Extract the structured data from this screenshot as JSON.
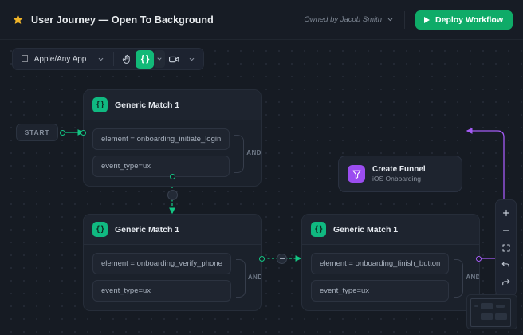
{
  "header": {
    "star_icon": "star-icon",
    "title": "User Journey — Open To Background",
    "owner_text": "Owned by Jacob Smith",
    "owner_chevron_icon": "chevron-down-icon",
    "deploy_label": "Deploy Workflow",
    "deploy_icon": "play-icon",
    "accent_green": "#0fab68"
  },
  "toolbar": {
    "app_icon": "apple-icon",
    "app_label": "Apple/Any App",
    "app_chevron_icon": "chevron-down-icon",
    "hand_tool_icon": "hand-icon",
    "code_tool_icon": "code-braces-icon",
    "code_tool_label": "{ }",
    "code_chevron_icon": "chevron-down-icon",
    "video_tool_icon": "video-camera-icon",
    "video_chevron_icon": "chevron-down-icon"
  },
  "canvas": {
    "start_label": "START",
    "nodes": [
      {
        "id": "match-1",
        "icon": "code-braces-icon",
        "title": "Generic Match 1",
        "operator": "AND",
        "conditions": [
          "element = onboarding_initiate_login",
          "event_type=ux"
        ]
      },
      {
        "id": "match-2",
        "icon": "code-braces-icon",
        "title": "Generic Match 1",
        "operator": "AND",
        "conditions": [
          "element = onboarding_verify_phone",
          "event_type=ux"
        ]
      },
      {
        "id": "match-3",
        "icon": "code-braces-icon",
        "title": "Generic Match 1",
        "operator": "AND",
        "conditions": [
          "element = onboarding_finish_button",
          "event_type=ux"
        ]
      }
    ],
    "funnel": {
      "icon": "funnel-icon",
      "title": "Create Funnel",
      "subtitle": "iOS Onboarding",
      "color": "#9b4df0"
    },
    "edge_color_green": "#13c583",
    "edge_color_purple": "#a45bf5"
  },
  "controls": {
    "zoom_in_icon": "plus-icon",
    "zoom_out_icon": "minus-icon",
    "fit_view_icon": "fit-screen-icon",
    "undo_icon": "undo-arrow-icon",
    "redo_icon": "redo-arrow-icon"
  },
  "minimap": {
    "name": "minimap"
  }
}
